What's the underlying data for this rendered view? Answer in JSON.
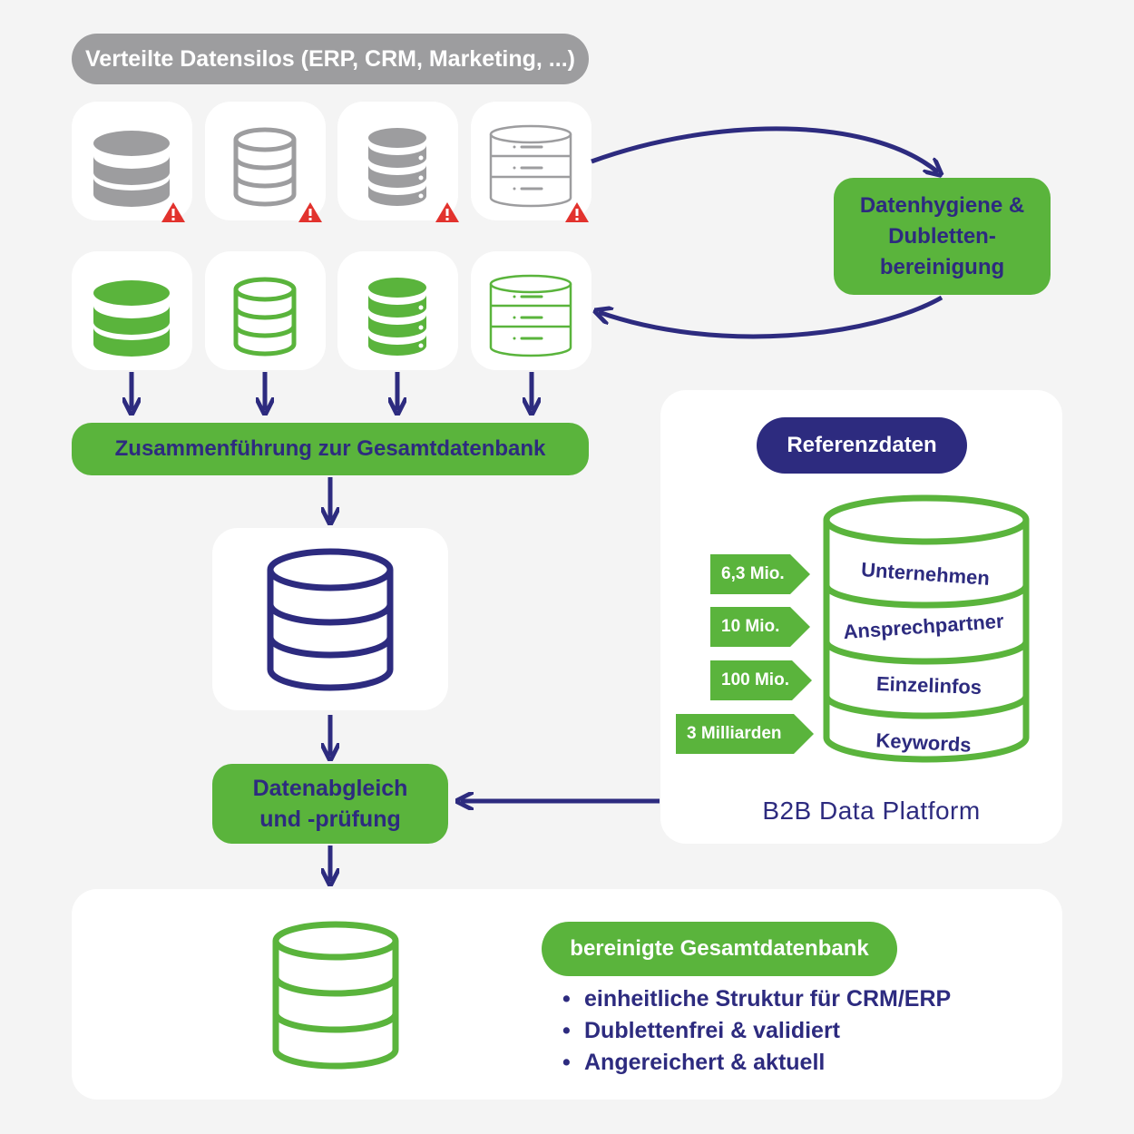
{
  "header": {
    "label": "Verteilte Datensilos (ERP, CRM, Marketing, ...)"
  },
  "colors": {
    "navy": "#2d2b7f",
    "green": "#5ab43c",
    "gray": "#9d9d9f",
    "warning": "#e2322d",
    "card": "#ffffff",
    "background": "#f4f4f4"
  },
  "silos": {
    "raw": [
      "database-icon",
      "database-outline-icon",
      "server-icon",
      "server-outline-icon"
    ],
    "clean": [
      "database-icon",
      "database-outline-icon",
      "server-icon",
      "server-outline-icon"
    ],
    "warning_icon": "warning-triangle-icon"
  },
  "hygiene": {
    "lines": [
      "Datenhygiene &",
      "Dubletten-",
      "bereinigung"
    ]
  },
  "merge": {
    "label": "Zusammenführung zur Gesamtdatenbank"
  },
  "matching": {
    "lines": [
      "Datenabgleich",
      "und -prüfung"
    ]
  },
  "reference": {
    "title": "Referenzdaten",
    "platform": "B2B Data Platform",
    "layers": [
      {
        "label": "Unternehmen",
        "count": "6,3 Mio."
      },
      {
        "label": "Ansprechpartner",
        "count": "10 Mio."
      },
      {
        "label": "Einzelinfos",
        "count": "100 Mio."
      },
      {
        "label": "Keywords",
        "count": "3 Milliarden"
      }
    ]
  },
  "result": {
    "title": "bereinigte Gesamtdatenbank",
    "bullets": [
      "einheitliche Struktur für CRM/ERP",
      "Dublettenfrei & validiert",
      "Angereichert & aktuell"
    ]
  }
}
